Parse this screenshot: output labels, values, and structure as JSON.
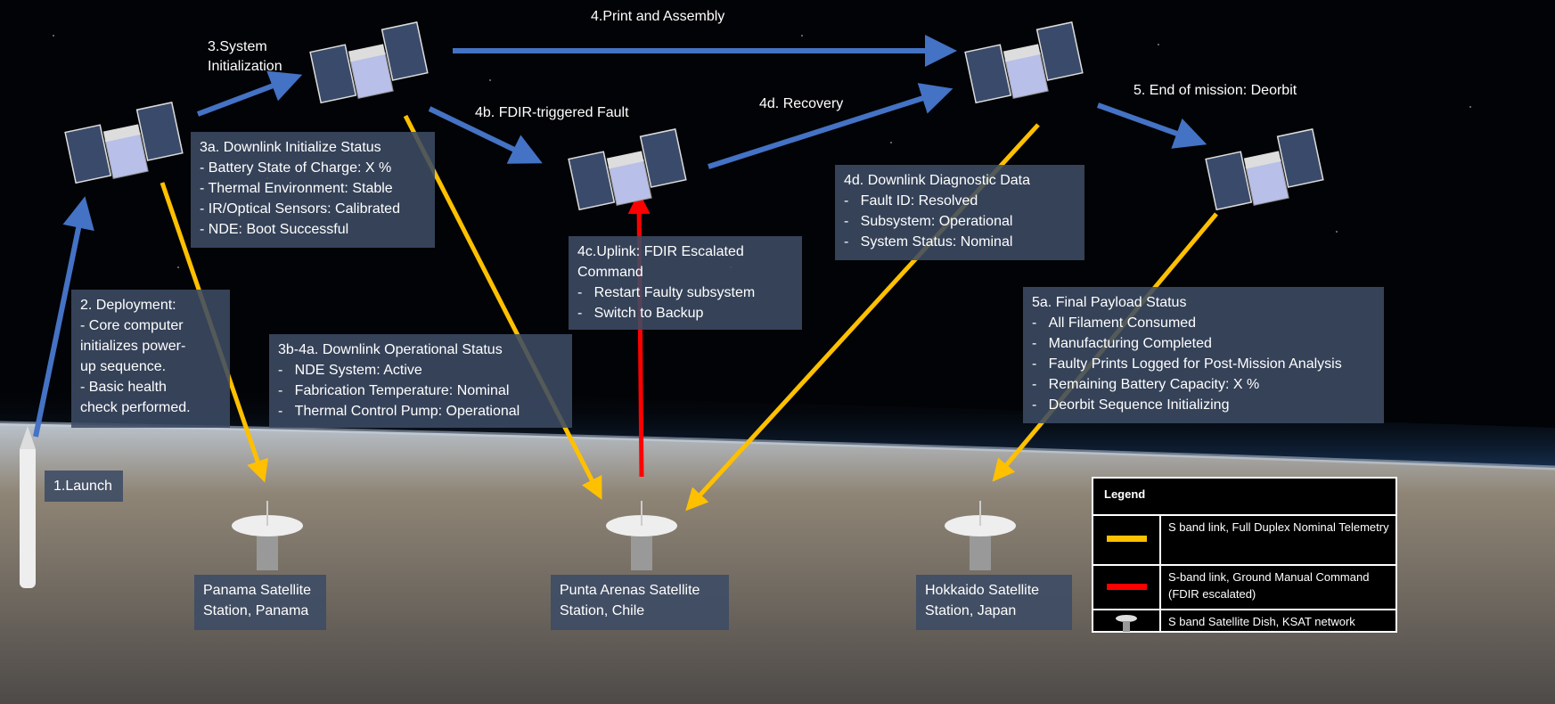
{
  "colors": {
    "uplink_path": "#4472c4",
    "s_band_nominal": "#ffc000",
    "s_band_manual": "#ff0000",
    "box_bg": "#3c4b64"
  },
  "steps": {
    "launch": "1.Launch",
    "system_init": [
      "3.System",
      "Initialization"
    ],
    "print_assembly": "4.Print and Assembly",
    "fdir_fault": "4b. FDIR-triggered Fault",
    "recovery": "4d. Recovery",
    "deorbit": "5. End of mission: Deorbit"
  },
  "boxes": {
    "deployment": [
      "2. Deployment:",
      "- Core computer",
      "initializes power-",
      "up sequence.",
      "- Basic health",
      "check performed."
    ],
    "init_status": [
      "3a. Downlink Initialize Status",
      "- Battery State of Charge: X %",
      "- Thermal Environment: Stable",
      "- IR/Optical Sensors: Calibrated",
      "- NDE: Boot Successful"
    ],
    "operational_status": {
      "title": "3b-4a. Downlink Operational Status",
      "items": [
        "NDE System: Active",
        "Fabrication Temperature: Nominal",
        "Thermal Control Pump: Operational"
      ]
    },
    "uplink_fdir": {
      "title": [
        "4c.Uplink: FDIR Escalated",
        "Command"
      ],
      "items": [
        "Restart Faulty subsystem",
        "Switch to Backup"
      ]
    },
    "diagnostic": {
      "title": "4d. Downlink Diagnostic Data",
      "items": [
        "Fault ID: Resolved",
        "Subsystem: Operational",
        "System Status: Nominal"
      ]
    },
    "final_payload": {
      "title": "5a. Final Payload Status",
      "items": [
        "All Filament Consumed",
        "Manufacturing Completed",
        "Faulty Prints Logged for Post-Mission Analysis",
        "Remaining Battery Capacity: X %",
        "Deorbit Sequence Initializing"
      ]
    }
  },
  "stations": [
    [
      "Panama Satellite",
      "Station, Panama"
    ],
    [
      "Punta Arenas Satellite",
      "Station, Chile"
    ],
    [
      "Hokkaido Satellite",
      "Station, Japan"
    ]
  ],
  "legend": {
    "title": "Legend",
    "entries": [
      {
        "icon": "yellow-line",
        "text": "S band link, Full Duplex Nominal Telemetry"
      },
      {
        "icon": "red-line",
        "text": "S-band link, Ground Manual Command (FDIR escalated)"
      },
      {
        "icon": "satellite-dish-icon",
        "text": "S band Satellite Dish,  KSAT network"
      }
    ]
  }
}
